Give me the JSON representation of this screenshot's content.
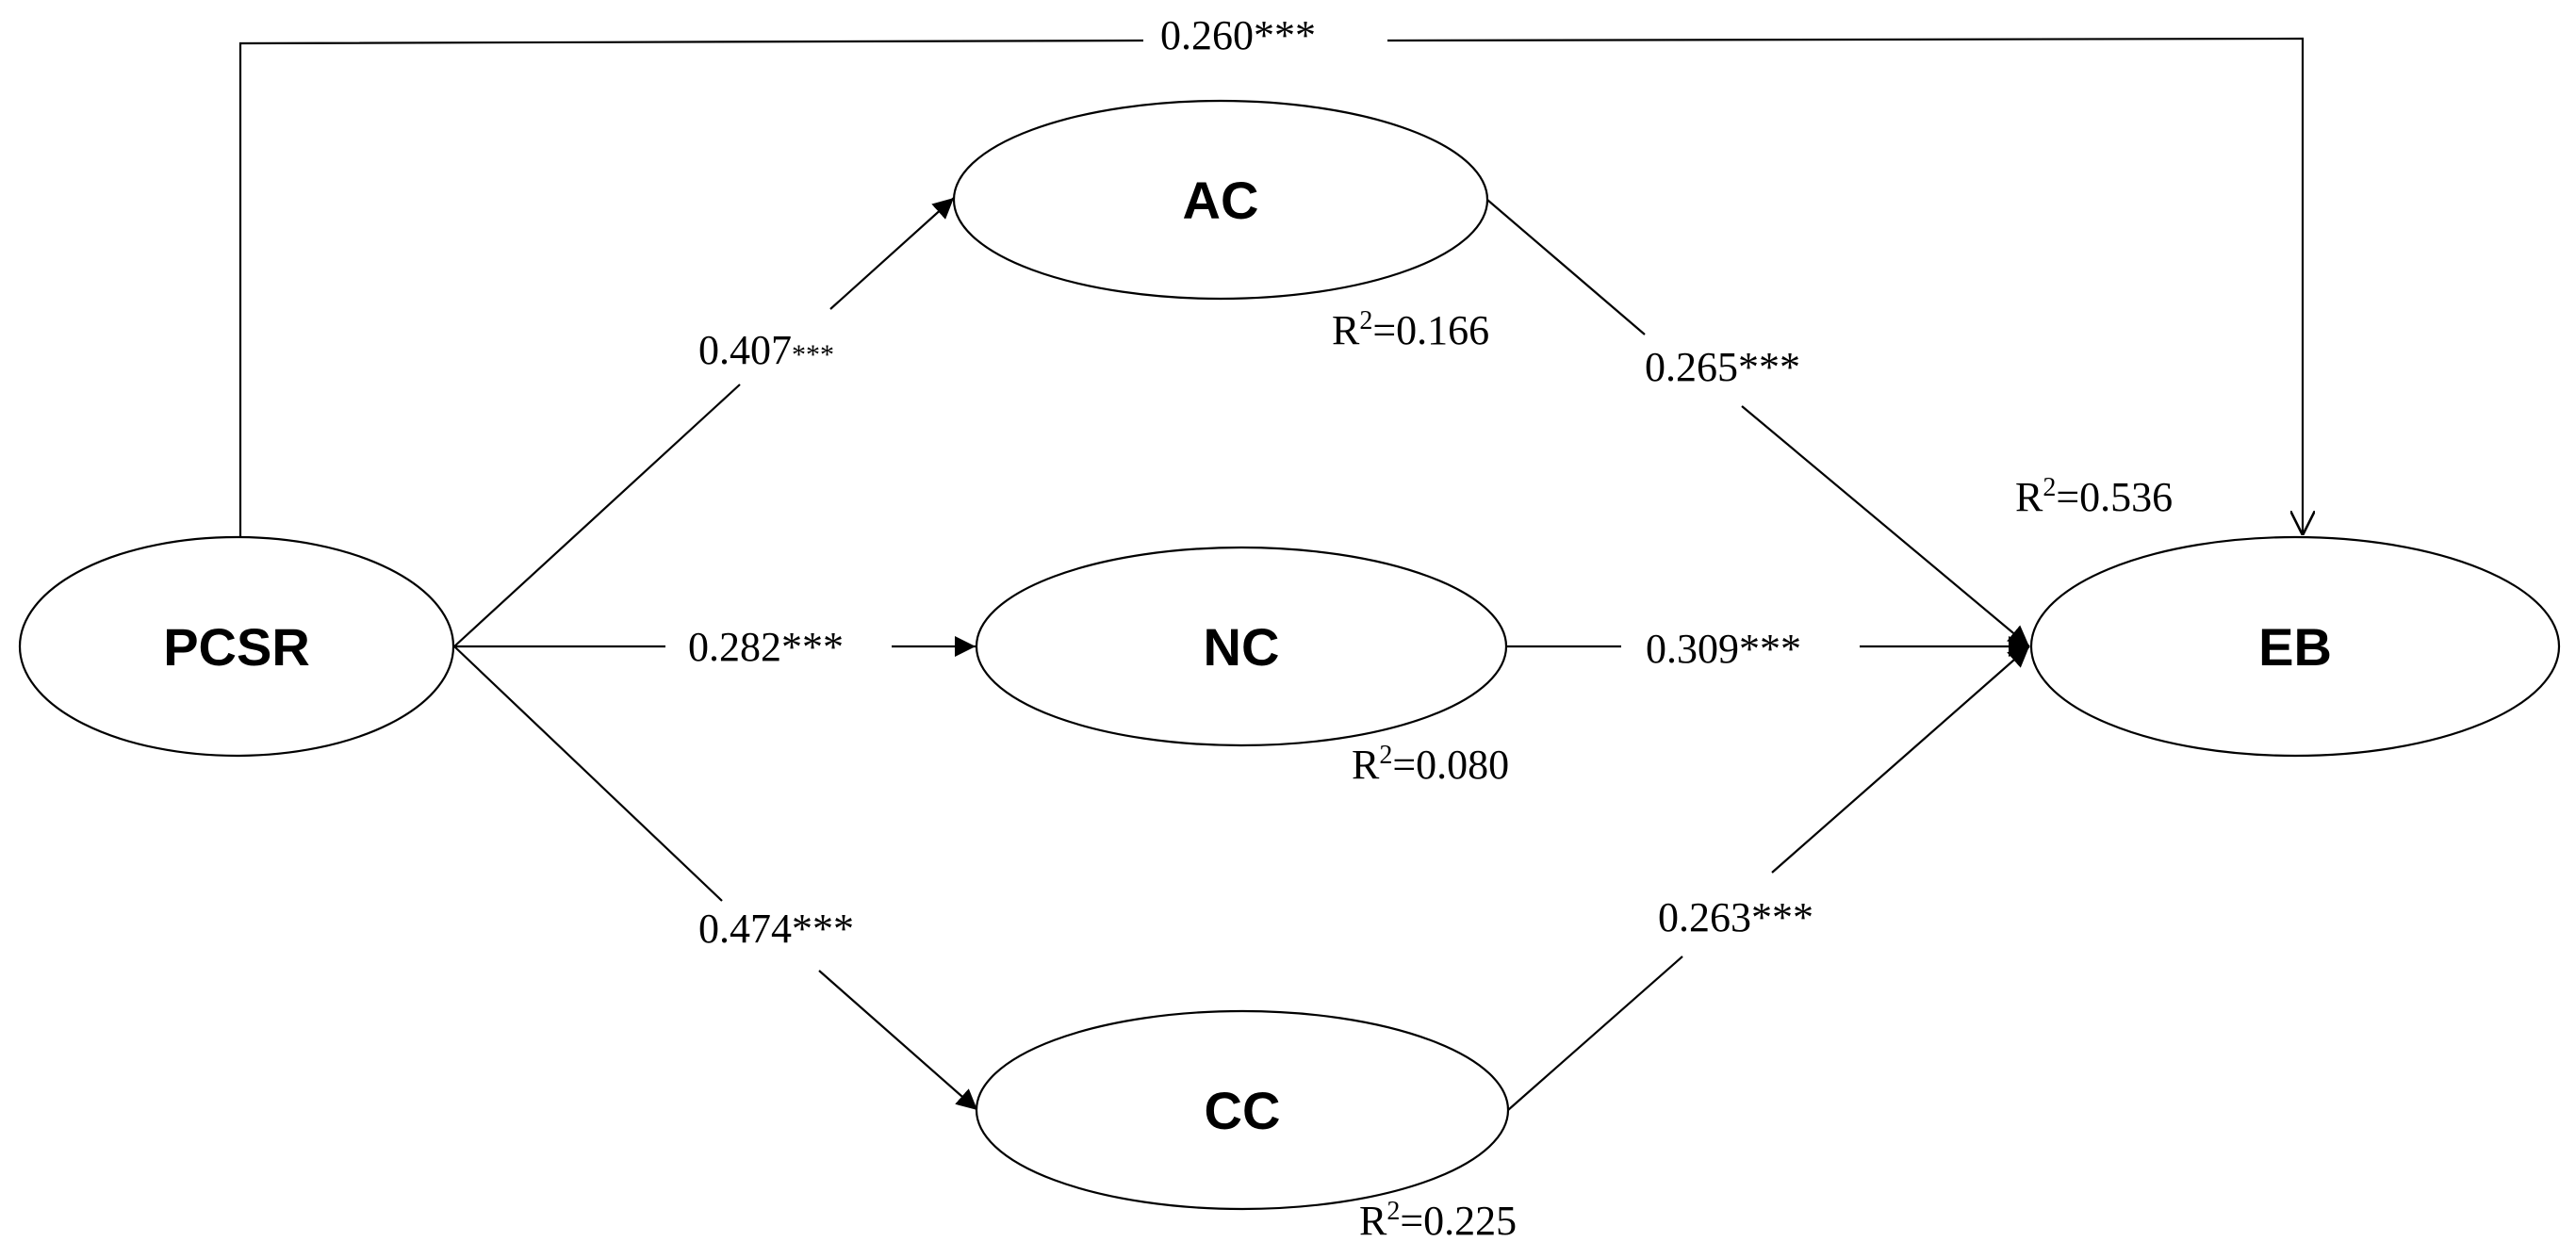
{
  "nodes": {
    "pcsr": {
      "label": "PCSR"
    },
    "ac": {
      "label": "AC"
    },
    "nc": {
      "label": "NC"
    },
    "cc": {
      "label": "CC"
    },
    "eb": {
      "label": "EB"
    }
  },
  "paths": {
    "pcsr_eb": {
      "value": "0.260",
      "sig": "***"
    },
    "pcsr_ac": {
      "value": "0.407",
      "sig": "***"
    },
    "pcsr_nc": {
      "value": "0.282",
      "sig": "***"
    },
    "pcsr_cc": {
      "value": "0.474",
      "sig": "***"
    },
    "ac_eb": {
      "value": "0.265",
      "sig": "***"
    },
    "nc_eb": {
      "value": "0.309",
      "sig": "***"
    },
    "cc_eb": {
      "value": "0.263",
      "sig": "***"
    }
  },
  "r_squared": {
    "ac": {
      "prefix": "R",
      "sup": "2",
      "value": "=0.166"
    },
    "nc": {
      "prefix": "R",
      "sup": "2",
      "value": "=0.080"
    },
    "cc": {
      "prefix": "R",
      "sup": "2",
      "value": "=0.225"
    },
    "eb": {
      "prefix": "R",
      "sup": "2",
      "value": "=0.536"
    }
  }
}
